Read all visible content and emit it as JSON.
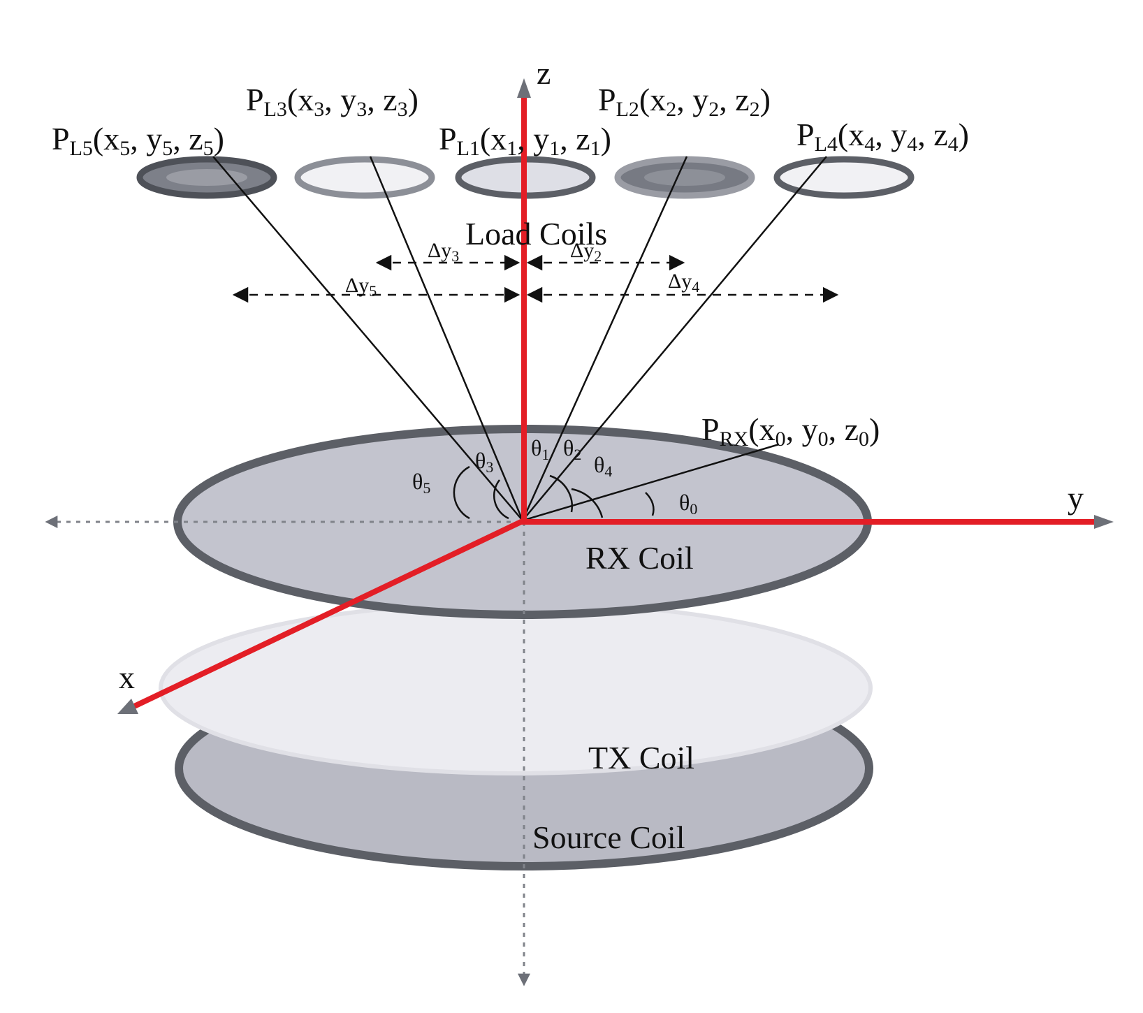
{
  "axes": {
    "x": "x",
    "y": "y",
    "z": "z"
  },
  "load_points": [
    {
      "id": "L5",
      "main": "P",
      "sub": "L5",
      "coords": [
        "x",
        "5",
        "y",
        "5",
        "z",
        "5"
      ]
    },
    {
      "id": "L3",
      "main": "P",
      "sub": "L3",
      "coords": [
        "x",
        "3",
        "y",
        "3",
        "z",
        "3"
      ]
    },
    {
      "id": "L1",
      "main": "P",
      "sub": "L1",
      "coords": [
        "x",
        "1",
        "y",
        "1",
        "z",
        "1"
      ]
    },
    {
      "id": "L2",
      "main": "P",
      "sub": "L2",
      "coords": [
        "x",
        "2",
        "y",
        "2",
        "z",
        "2"
      ]
    },
    {
      "id": "L4",
      "main": "P",
      "sub": "L4",
      "coords": [
        "x",
        "4",
        "y",
        "4",
        "z",
        "4"
      ]
    }
  ],
  "rx_point": {
    "main": "P",
    "sub": "RX",
    "coords": [
      "x",
      "0",
      "y",
      "0",
      "z",
      "0"
    ]
  },
  "offsets": [
    {
      "id": "3",
      "label": "Δy",
      "sub": "3"
    },
    {
      "id": "2",
      "label": "Δy",
      "sub": "2"
    },
    {
      "id": "5",
      "label": "Δy",
      "sub": "5"
    },
    {
      "id": "4",
      "label": "Δy",
      "sub": "4"
    }
  ],
  "angles": [
    {
      "id": "5",
      "label": "θ",
      "sub": "5"
    },
    {
      "id": "3",
      "label": "θ",
      "sub": "3"
    },
    {
      "id": "1",
      "label": "θ",
      "sub": "1"
    },
    {
      "id": "2",
      "label": "θ",
      "sub": "2"
    },
    {
      "id": "4",
      "label": "θ",
      "sub": "4"
    },
    {
      "id": "0",
      "label": "θ",
      "sub": "0"
    }
  ],
  "coil_labels": {
    "load": "Load Coils",
    "rx": "RX Coil",
    "tx": "TX Coil",
    "source": "Source Coil"
  },
  "colors": {
    "axis": "#e31e26",
    "coil_ring": "#5c5f66",
    "rx_fill": "#c3c4ce",
    "tx_fill": "#ececf1",
    "source_fill": "#b9bac4",
    "guide": "#80838a"
  }
}
